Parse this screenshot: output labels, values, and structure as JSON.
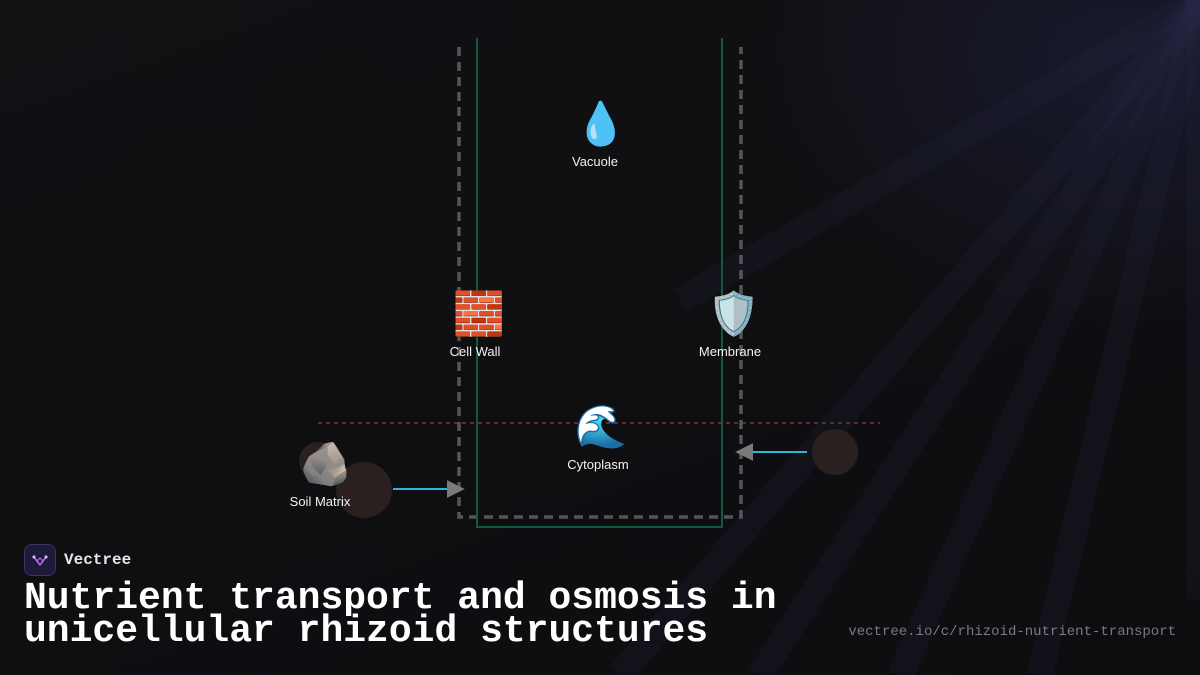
{
  "diagram": {
    "nodes": {
      "vacuole": {
        "icon": "water-droplet-icon",
        "glyph": "💧",
        "label": "Vacuole"
      },
      "cell_wall": {
        "icon": "brick-wall-icon",
        "glyph": "🧱",
        "label": "Cell Wall"
      },
      "membrane": {
        "icon": "shield-icon",
        "glyph": "🛡️",
        "label": "Membrane"
      },
      "cytoplasm": {
        "icon": "wave-icon",
        "glyph": "🌊",
        "label": "Cytoplasm"
      },
      "soil_matrix": {
        "icon": "rock-icon",
        "glyph": "🪨",
        "label": "Soil Matrix"
      }
    },
    "colors": {
      "arrow": "#2bb5d8",
      "arrowhead": "#7a7a7a",
      "cell_outline": "#0f5a3c",
      "dashed_wall": "#555558",
      "baseline_dots": "#5a2f2f",
      "particle": "#2a2020"
    }
  },
  "brand": {
    "name": "Vectree",
    "logo_icon": "vectree-logo-icon"
  },
  "title": "Nutrient transport and osmosis in unicellular rhizoid structures",
  "url": "vectree.io/c/rhizoid-nutrient-transport"
}
